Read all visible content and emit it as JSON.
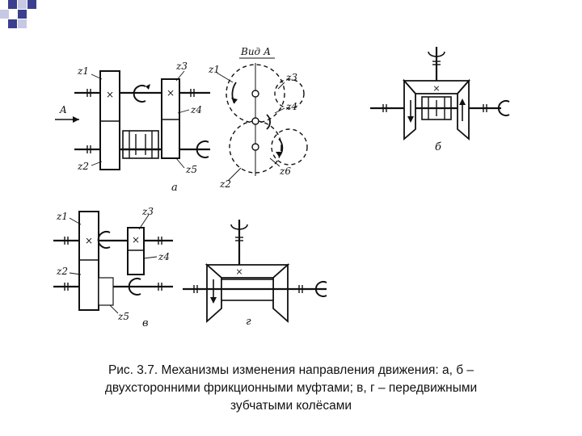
{
  "slide": {
    "caption_line1": "Рис. 3.7.  Механизмы изменения направления движения: а, б –",
    "caption_line2": "двухсторонними фрикционными муфтами; в, г – передвижными",
    "caption_line3": "зубчатыми колёсами"
  },
  "diagram": {
    "label_a": "а",
    "label_b": "б",
    "label_v": "в",
    "label_g": "г",
    "view_a": "Вид А",
    "input_a": "A",
    "z1": "z1",
    "z2": "z2",
    "z3": "z3",
    "z4": "z4",
    "z5": "z5",
    "z6": "z6",
    "cross": "×"
  },
  "colors": {
    "deco_dark": "#3b3f8e",
    "deco_light": "#c7c8e4",
    "ink": "#111111"
  }
}
